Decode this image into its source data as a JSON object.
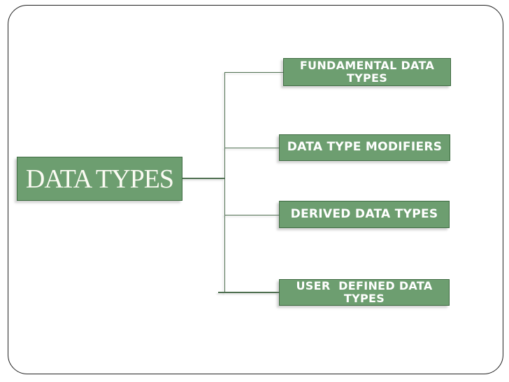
{
  "colors": {
    "background": "#ffffff",
    "frame_border": "#1f1f1f",
    "box_fill": "#6d9e70",
    "box_border": "#3e6b41",
    "connector": "#4e6f50",
    "text": "#ffffff"
  },
  "diagram": {
    "root": {
      "label": "DATA TYPES"
    },
    "branches": [
      {
        "label": "FUNDAMENTAL DATA\nTYPES"
      },
      {
        "label": "DATA TYPE MODIFIERS"
      },
      {
        "label": "DERIVED DATA TYPES"
      },
      {
        "label": "USER  DEFINED DATA\nTYPES"
      }
    ]
  }
}
